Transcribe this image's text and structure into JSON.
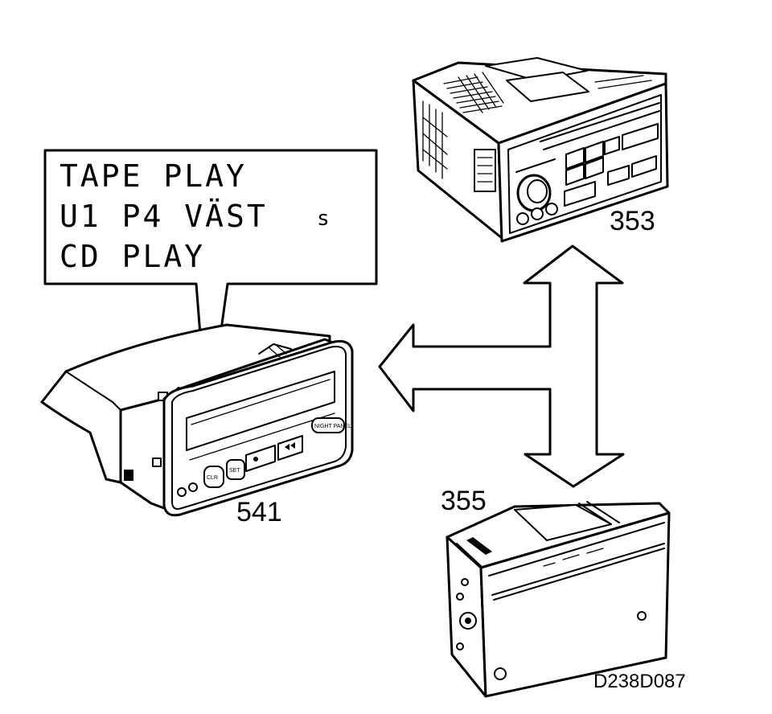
{
  "display": {
    "line1": "TAPE PLAY",
    "line2_main": "U1 P4 VÄST",
    "line2_flag": "s",
    "line3": "CD PLAY"
  },
  "labels": {
    "info_display": "541",
    "radio_unit": "353",
    "cd_changer": "355",
    "figure_code": "D238D087"
  },
  "buttons": {
    "clr": "CLR",
    "set": "SET",
    "night_panel": "NIGHT PANEL"
  }
}
